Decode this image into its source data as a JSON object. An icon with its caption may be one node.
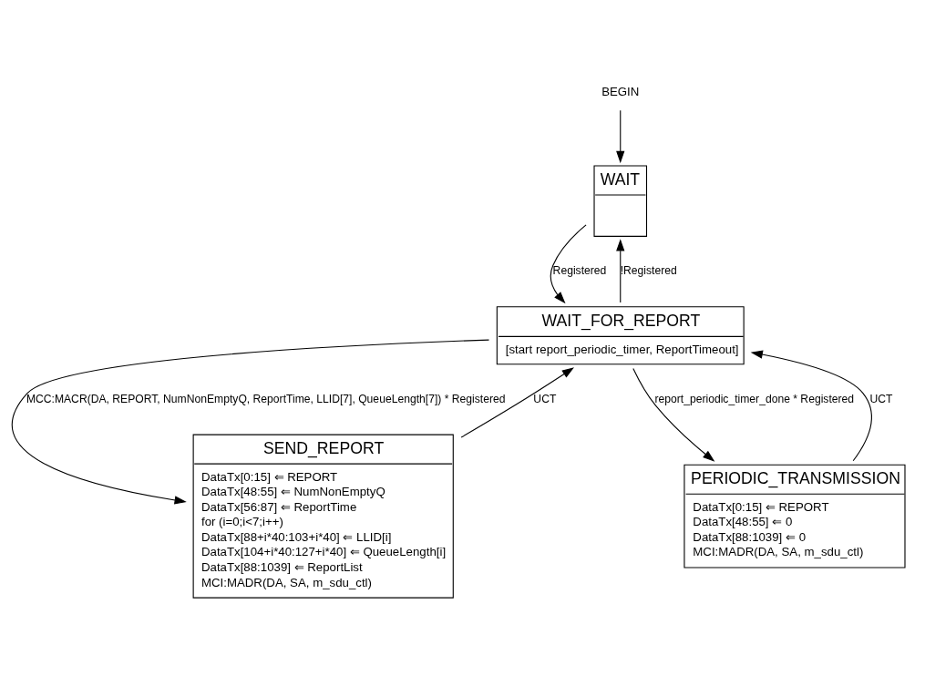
{
  "diagram": {
    "nodes": [
      {
        "text": [
          "BEGIN"
        ]
      },
      {
        "text": [
          "WAIT"
        ]
      },
      {
        "text": [
          "WAIT_FOR_REPORT",
          "[start report_periodic_timer, ReportTimeout]"
        ]
      },
      {
        "text": [
          "SEND_REPORT",
          "DataTx[0:15] ⇐ REPORT",
          "DataTx[48:55] ⇐ NumNonEmptyQ",
          "DataTx[56:87] ⇐ ReportTime",
          "for (i=0;i<7;i++)",
          "DataTx[88+i*40:103+i*40] ⇐ LLID[i]",
          "DataTx[104+i*40:127+i*40] ⇐ QueueLength[i]",
          "DataTx[88:1039] ⇐ ReportList",
          "MCI:MADR(DA, SA, m_sdu_ctl)"
        ]
      },
      {
        "text": [
          "PERIODIC_TRANSMISSION",
          "DataTx[0:15] ⇐ REPORT",
          "DataTx[48:55] ⇐ 0",
          "DataTx[88:1039] ⇐ 0",
          "MCI:MADR(DA, SA, m_sdu_ctl)"
        ]
      }
    ],
    "edges": [
      {
        "from": 0,
        "to": 1,
        "arrow": "to"
      },
      {
        "from": 1,
        "to": 2,
        "arrow": "to",
        "label": "Registered"
      },
      {
        "from": 2,
        "to": 1,
        "arrow": "to",
        "label": "!Registered"
      },
      {
        "from": 2,
        "to": 3,
        "arrow": "to",
        "label": "MCC:MACR(DA, REPORT, NumNonEmptyQ, ReportTime, LLID[7], QueueLength[7]) * Registered"
      },
      {
        "from": 2,
        "to": 4,
        "arrow": "to",
        "label": "report_periodic_timer_done * Registered"
      },
      {
        "from": 3,
        "to": 2,
        "arrow": "to",
        "label": "UCT"
      },
      {
        "from": 4,
        "to": 2,
        "arrow": "to",
        "label": "UCT"
      }
    ]
  }
}
